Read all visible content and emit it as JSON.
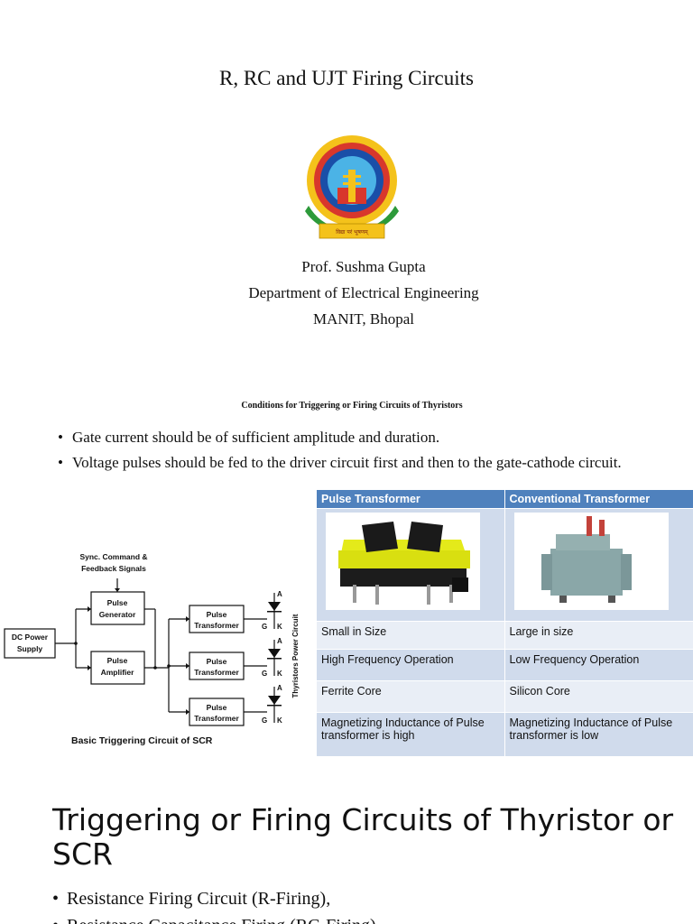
{
  "title": "R, RC and UJT Firing Circuits",
  "author": {
    "name": "Prof. Sushma Gupta",
    "department": "Department of Electrical Engineering",
    "institute": "MANIT, Bhopal"
  },
  "logo": {
    "icon": "institute-seal-icon",
    "motto": "विद्या परं भूषणम्"
  },
  "conditions": {
    "title": "Conditions for Triggering or Firing Circuits of Thyristors",
    "bullets": [
      "Gate current should be of sufficient amplitude and duration.",
      "Voltage pulses should be fed to the driver circuit first and then to the gate-cathode circuit."
    ]
  },
  "comparison_table": {
    "headers": [
      "Pulse Transformer",
      "Conventional Transformer"
    ],
    "rows": [
      [
        "Small in Size",
        "Large in size"
      ],
      [
        "High Frequency Operation",
        "Low Frequency Operation"
      ],
      [
        "Ferrite Core",
        "Silicon Core"
      ],
      [
        "Magnetizing Inductance of Pulse transformer is high",
        "Magnetizing Inductance of Pulse transformer is low"
      ]
    ],
    "header_color": "#4f81bd"
  },
  "circuit": {
    "sync_line1": "Sync. Command &",
    "sync_line2": "Feedback Signals",
    "pulse": "Pulse",
    "generator": "Generator",
    "amplifier": "Amplifier",
    "transformer": "Transformer",
    "dc_power": "DC Power",
    "supply": "Supply",
    "anode": "A",
    "gate": "G",
    "cathode": "K",
    "power_circuit_label": "Thyristors Power Circuit",
    "caption": "Basic Triggering Circuit of SCR"
  },
  "heading": "Triggering or Firing Circuits of Thyristor or SCR",
  "firing_bullets": [
    "Resistance Firing Circuit (R-Firing),",
    "Resistance Capacitance Firing (RC-Firing)"
  ],
  "bullet_char": "•"
}
